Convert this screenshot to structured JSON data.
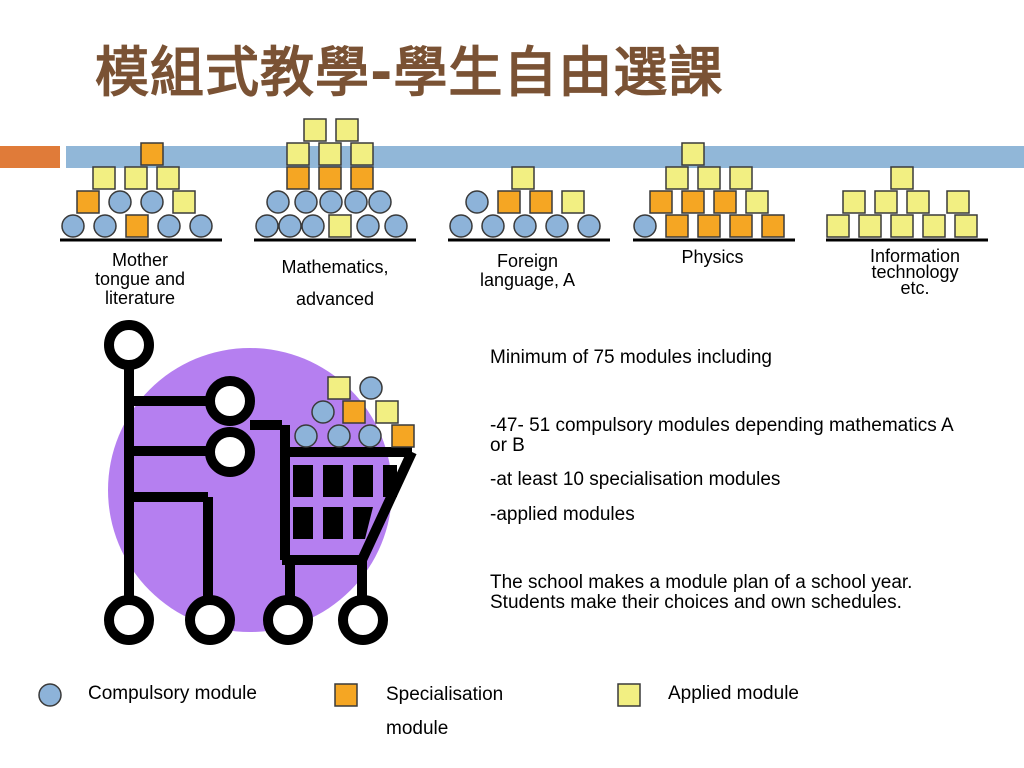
{
  "title": "模組式教學-學生自由選課",
  "subjects": [
    {
      "name": "Mother tongue and literature",
      "lines": [
        "Mother",
        "tongue and",
        "literature"
      ]
    },
    {
      "name": "Mathematics, advanced",
      "lines": [
        "Mathematics,",
        "advanced"
      ]
    },
    {
      "name": "Foreign language, A",
      "lines": [
        "Foreign",
        "language, A"
      ]
    },
    {
      "name": "Physics",
      "lines": [
        "Physics"
      ]
    },
    {
      "name": "Information technology etc.",
      "lines": [
        "Information",
        "technology",
        "etc."
      ]
    }
  ],
  "info": {
    "minimum": "Minimum of 75 modules including",
    "compulsory": "-47- 51 compulsory modules depending mathematics A or B",
    "specialisation": "-at least 10 specialisation modules",
    "applied": "-applied modules",
    "plan": "The school makes a module plan of a school year. Students make their choices and own schedules."
  },
  "legend": {
    "compulsory": "Compulsory module",
    "specialisation_line1": "Specialisation",
    "specialisation_line2": "module",
    "applied": "Applied module"
  },
  "colors": {
    "title": "#7a5234",
    "compulsory": "#8db3d9",
    "specialisation": "#f5a623",
    "applied": "#f2ef82",
    "cart_circle": "#b57ff0",
    "accent_orange": "#e07b39",
    "accent_blue": "#91b7d8"
  }
}
